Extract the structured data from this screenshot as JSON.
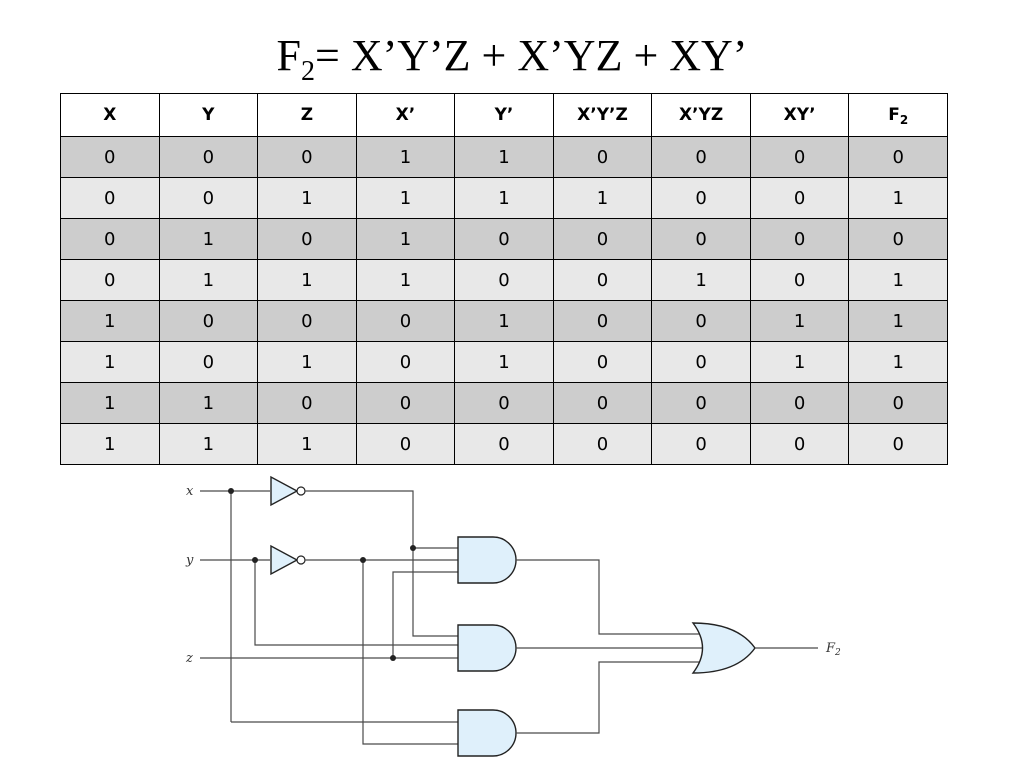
{
  "formula": {
    "lhs": "F",
    "lhs_sub": "2",
    "rhs": "= X’Y’Z + X’YZ + XY’"
  },
  "truth_table": {
    "headers": [
      {
        "text": "X",
        "sub": ""
      },
      {
        "text": "Y",
        "sub": ""
      },
      {
        "text": "Z",
        "sub": ""
      },
      {
        "text": "X’",
        "sub": ""
      },
      {
        "text": "Y’",
        "sub": ""
      },
      {
        "text": "X’Y’Z",
        "sub": ""
      },
      {
        "text": "X’YZ",
        "sub": ""
      },
      {
        "text": "XY’",
        "sub": ""
      },
      {
        "text": "F",
        "sub": "2"
      }
    ],
    "rows": [
      [
        "0",
        "0",
        "0",
        "1",
        "1",
        "0",
        "0",
        "0",
        "0"
      ],
      [
        "0",
        "0",
        "1",
        "1",
        "1",
        "1",
        "0",
        "0",
        "1"
      ],
      [
        "0",
        "1",
        "0",
        "1",
        "0",
        "0",
        "0",
        "0",
        "0"
      ],
      [
        "0",
        "1",
        "1",
        "1",
        "0",
        "0",
        "1",
        "0",
        "1"
      ],
      [
        "1",
        "0",
        "0",
        "0",
        "1",
        "0",
        "0",
        "1",
        "1"
      ],
      [
        "1",
        "0",
        "1",
        "0",
        "1",
        "0",
        "0",
        "1",
        "1"
      ],
      [
        "1",
        "1",
        "0",
        "0",
        "0",
        "0",
        "0",
        "0",
        "0"
      ],
      [
        "1",
        "1",
        "1",
        "0",
        "0",
        "0",
        "0",
        "0",
        "0"
      ]
    ]
  },
  "circuit": {
    "inputs": {
      "x": "x",
      "y": "y",
      "z": "z"
    },
    "output": {
      "name": "F",
      "sub": "2"
    },
    "colors": {
      "gate_fill": "#dff0fb",
      "wire": "#4a4a4a"
    }
  }
}
